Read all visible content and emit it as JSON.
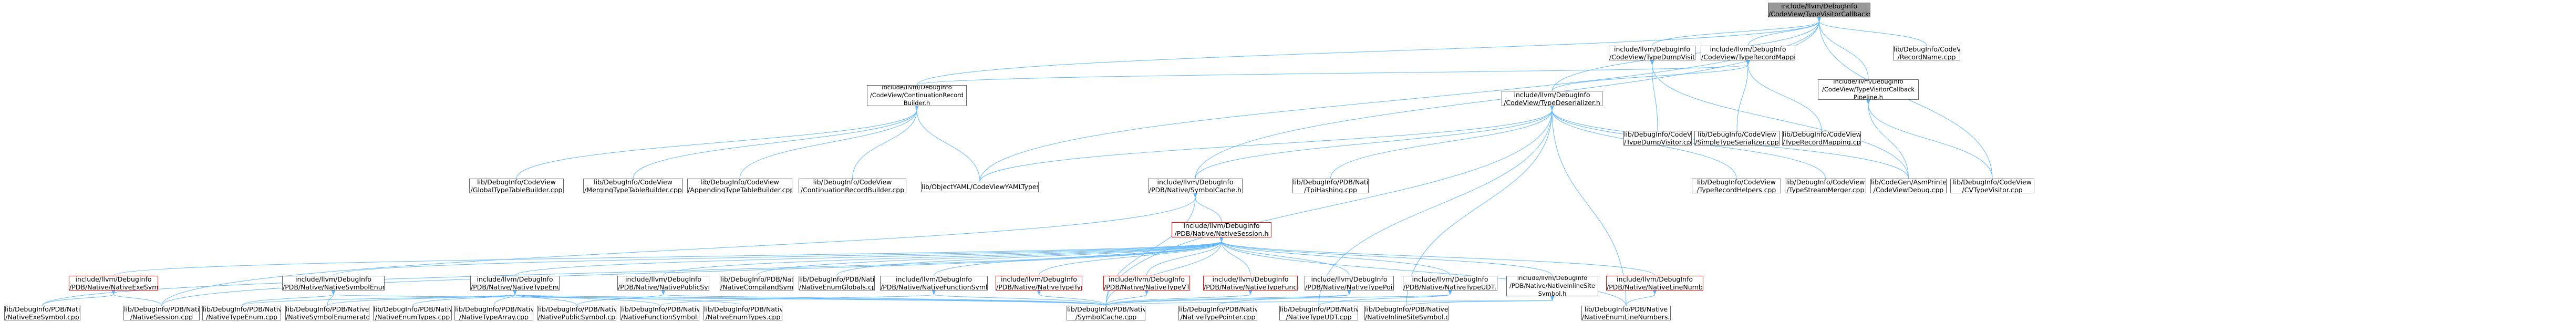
{
  "colors": {
    "edge": "#63b8ff",
    "border": "#666666",
    "highlight_border": "#ff0000",
    "root_fill": "#999999"
  },
  "nodes": [
    {
      "id": "root",
      "lines": [
        "include/llvm/DebugInfo",
        "/CodeView/TypeVisitorCallbacks.h"
      ],
      "root": true
    },
    {
      "id": "recordname",
      "lines": [
        "lib/DebugInfo/CodeView",
        "/RecordName.cpp"
      ]
    },
    {
      "id": "tdv_h",
      "lines": [
        "include/llvm/DebugInfo",
        "/CodeView/TypeDumpVisitor.h"
      ]
    },
    {
      "id": "trm_h",
      "lines": [
        "include/llvm/DebugInfo",
        "/CodeView/TypeRecordMapping.h"
      ]
    },
    {
      "id": "tvcp_h",
      "lines": [
        "include/llvm/DebugInfo",
        "/CodeView/TypeVisitorCallback",
        "Pipeline.h"
      ]
    },
    {
      "id": "crb_h",
      "lines": [
        "include/llvm/DebugInfo",
        "/CodeView/ContinuationRecord",
        "Builder.h"
      ]
    },
    {
      "id": "tdes_h",
      "lines": [
        "include/llvm/DebugInfo",
        "/CodeView/TypeDeserializer.h"
      ]
    },
    {
      "id": "tdv_cpp",
      "lines": [
        "lib/DebugInfo/CodeView",
        "/TypeDumpVisitor.cpp"
      ]
    },
    {
      "id": "sts_cpp",
      "lines": [
        "lib/DebugInfo/CodeView",
        "/SimpleTypeSerializer.cpp"
      ]
    },
    {
      "id": "trm_cpp",
      "lines": [
        "lib/DebugInfo/CodeView",
        "/TypeRecordMapping.cpp"
      ]
    },
    {
      "id": "gtt_cpp",
      "lines": [
        "lib/DebugInfo/CodeView",
        "/GlobalTypeTableBuilder.cpp"
      ]
    },
    {
      "id": "mtt_cpp",
      "lines": [
        "lib/DebugInfo/CodeView",
        "/MergingTypeTableBuilder.cpp"
      ]
    },
    {
      "id": "att_cpp",
      "lines": [
        "lib/DebugInfo/CodeView",
        "/AppendingTypeTableBuilder.cpp"
      ]
    },
    {
      "id": "crb_cpp",
      "lines": [
        "lib/DebugInfo/CodeView",
        "/ContinuationRecordBuilder.cpp"
      ]
    },
    {
      "id": "yaml_cpp",
      "lines": [
        "lib/ObjectYAML/CodeViewYAMLTypes.cpp"
      ]
    },
    {
      "id": "symcache_h",
      "lines": [
        "include/llvm/DebugInfo",
        "/PDB/Native/SymbolCache.h"
      ]
    },
    {
      "id": "tpihash_cpp",
      "lines": [
        "lib/DebugInfo/PDB/Native",
        "/TpiHashing.cpp"
      ]
    },
    {
      "id": "trh_cpp",
      "lines": [
        "lib/DebugInfo/CodeView",
        "/TypeRecordHelpers.cpp"
      ]
    },
    {
      "id": "tsm_cpp",
      "lines": [
        "lib/DebugInfo/CodeView",
        "/TypeStreamMerger.cpp"
      ]
    },
    {
      "id": "cgap_h",
      "lines": [
        "lib/CodeGen/AsmPrinter",
        "/CodeViewDebug.cpp"
      ]
    },
    {
      "id": "cvtv_cpp",
      "lines": [
        "lib/DebugInfo/CodeView",
        "/CVTypeVisitor.cpp"
      ]
    },
    {
      "id": "nsess_h",
      "lines": [
        "include/llvm/DebugInfo",
        "/PDB/Native/NativeSession.h"
      ],
      "red": true
    },
    {
      "id": "nexe_h",
      "lines": [
        "include/llvm/DebugInfo",
        "/PDB/Native/NativeExeSymbol.h"
      ],
      "red": true
    },
    {
      "id": "nse_h",
      "lines": [
        "include/llvm/DebugInfo",
        "/PDB/Native/NativeSymbolEnumerator.h"
      ]
    },
    {
      "id": "nte_h",
      "lines": [
        "include/llvm/DebugInfo",
        "/PDB/Native/NativeTypeEnum.h"
      ]
    },
    {
      "id": "npub_h",
      "lines": [
        "include/llvm/DebugInfo",
        "/PDB/Native/NativePublicSymbol.h"
      ]
    },
    {
      "id": "ncomp_cpp",
      "lines": [
        "lib/DebugInfo/PDB/Native",
        "/NativeCompilandSymbol.cpp"
      ]
    },
    {
      "id": "neg_cpp",
      "lines": [
        "lib/DebugInfo/PDB/Native",
        "/NativeEnumGlobals.cpp"
      ]
    },
    {
      "id": "nfs_h",
      "lines": [
        "include/llvm/DebugInfo",
        "/PDB/Native/NativeFunctionSymbol.h"
      ]
    },
    {
      "id": "nttd_h",
      "lines": [
        "include/llvm/DebugInfo",
        "/PDB/Native/NativeTypeTypedef.h"
      ],
      "red": true
    },
    {
      "id": "ntvs_h",
      "lines": [
        "include/llvm/DebugInfo",
        "/PDB/Native/NativeTypeVTShape.h"
      ],
      "red": true
    },
    {
      "id": "ntfs_h",
      "lines": [
        "include/llvm/DebugInfo",
        "/PDB/Native/NativeTypeFunctionSig.h"
      ],
      "red": true
    },
    {
      "id": "ntp_h",
      "lines": [
        "include/llvm/DebugInfo",
        "/PDB/Native/NativeTypePointer.h"
      ]
    },
    {
      "id": "ntudt_h",
      "lines": [
        "include/llvm/DebugInfo",
        "/PDB/Native/NativeTypeUDT.h"
      ]
    },
    {
      "id": "nis_h",
      "lines": [
        "include/llvm/DebugInfo",
        "/PDB/Native/NativeInlineSite",
        "Symbol.h"
      ]
    },
    {
      "id": "nln_h",
      "lines": [
        "include/llvm/DebugInfo",
        "/PDB/Native/NativeLineNumber.h"
      ],
      "red": true
    },
    {
      "id": "nexe_cpp",
      "lines": [
        "lib/DebugInfo/PDB/Native",
        "/NativeExeSymbol.cpp"
      ]
    },
    {
      "id": "nsess_cpp",
      "lines": [
        "lib/DebugInfo/PDB/Native",
        "/NativeSession.cpp"
      ]
    },
    {
      "id": "ntenum_cpp",
      "lines": [
        "lib/DebugInfo/PDB/Native",
        "/NativeTypeEnum.cpp"
      ]
    },
    {
      "id": "nsenum_cpp",
      "lines": [
        "lib/DebugInfo/PDB/Native",
        "/NativeSymbolEnumerator.cpp"
      ]
    },
    {
      "id": "nenumtypes_cpp",
      "lines": [
        "lib/DebugInfo/PDB/Native",
        "/NativeEnumTypes.cpp"
      ]
    },
    {
      "id": "ntarray_cpp",
      "lines": [
        "lib/DebugInfo/PDB/Native",
        "/NativeTypeArray.cpp"
      ]
    },
    {
      "id": "npub_cpp",
      "lines": [
        "lib/DebugInfo/PDB/Native",
        "/NativePublicSymbol.cpp"
      ]
    },
    {
      "id": "nfunc_cpp",
      "lines": [
        "lib/DebugInfo/PDB/Native",
        "/NativeFunctionSymbol.cpp"
      ]
    },
    {
      "id": "nenumtypes2_cpp",
      "lines": [
        "lib/DebugInfo/PDB/Native",
        "/NativeEnumTypes.cpp"
      ]
    },
    {
      "id": "symcache_cpp",
      "lines": [
        "lib/DebugInfo/PDB/Native",
        "/SymbolCache.cpp"
      ]
    },
    {
      "id": "ntptr_cpp",
      "lines": [
        "lib/DebugInfo/PDB/Native",
        "/NativeTypePointer.cpp"
      ]
    },
    {
      "id": "ntudt_cpp",
      "lines": [
        "lib/DebugInfo/PDB/Native",
        "/NativeTypeUDT.cpp"
      ]
    },
    {
      "id": "nis_cpp",
      "lines": [
        "lib/DebugInfo/PDB/Native",
        "/NativeInlineSiteSymbol.cpp"
      ]
    },
    {
      "id": "nelin_cpp",
      "lines": [
        "lib/DebugInfo/PDB/Native",
        "/NativeEnumLineNumbers.cpp"
      ]
    }
  ]
}
